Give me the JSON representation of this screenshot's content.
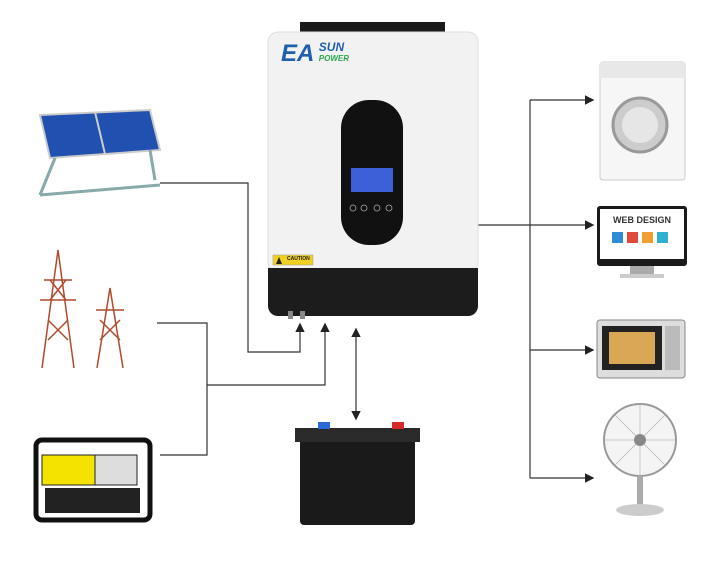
{
  "brand": {
    "name_main": "EA",
    "name_sun": "SUN",
    "name_power": "POWER"
  },
  "inverter": {
    "caution_label": "CAUTION"
  },
  "devices": {
    "monitor_text": "WEB DESIGN"
  },
  "colors": {
    "line": "#333333",
    "brand_blue": "#1f5fb0",
    "brand_green": "#2aa84a",
    "lcd": "#3d5fd8"
  }
}
